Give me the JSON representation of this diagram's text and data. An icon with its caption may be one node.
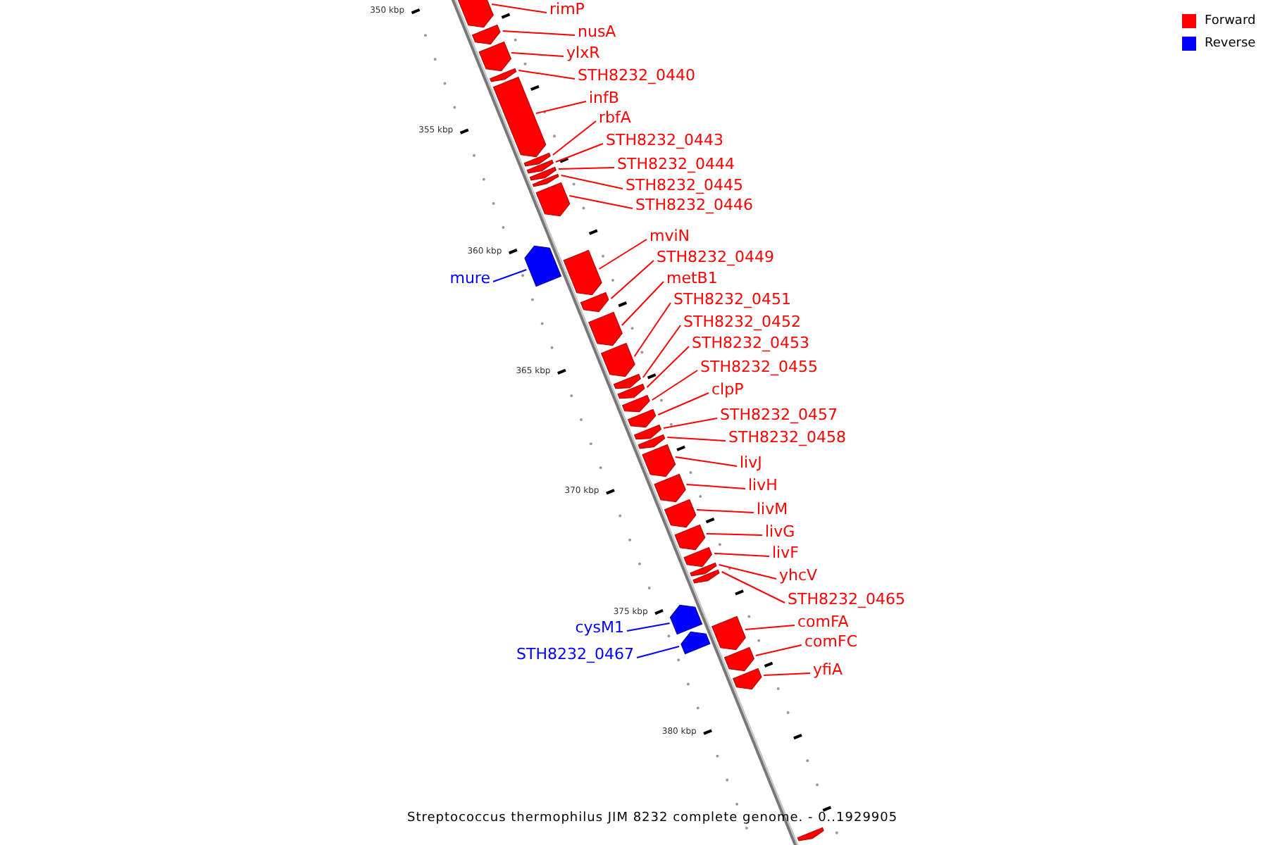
{
  "diagram": {
    "caption": "Streptococcus thermophilus JIM 8232 complete genome. - 0..1929905",
    "nodes": [
      {
        "text": [
          "rimP"
        ]
      },
      {
        "text": [
          "nusA"
        ]
      },
      {
        "text": [
          "ylxR"
        ]
      },
      {
        "text": [
          "STH8232_0440"
        ]
      },
      {
        "text": [
          "infB"
        ]
      },
      {
        "text": [
          "rbfA"
        ]
      },
      {
        "text": [
          "STH8232_0443"
        ]
      },
      {
        "text": [
          "STH8232_0444"
        ]
      },
      {
        "text": [
          "STH8232_0445"
        ]
      },
      {
        "text": [
          "STH8232_0446"
        ]
      },
      {
        "text": [
          "mviN"
        ]
      },
      {
        "text": [
          "STH8232_0449"
        ]
      },
      {
        "text": [
          "mure"
        ]
      },
      {
        "text": [
          "metB1"
        ]
      },
      {
        "text": [
          "STH8232_0451"
        ]
      },
      {
        "text": [
          "STH8232_0452"
        ]
      },
      {
        "text": [
          "STH8232_0453"
        ]
      },
      {
        "text": [
          "STH8232_0455"
        ]
      },
      {
        "text": [
          "clpP"
        ]
      },
      {
        "text": [
          "STH8232_0457"
        ]
      },
      {
        "text": [
          "STH8232_0458"
        ]
      },
      {
        "text": [
          "livJ"
        ]
      },
      {
        "text": [
          "livH"
        ]
      },
      {
        "text": [
          "livM"
        ]
      },
      {
        "text": [
          "livG"
        ]
      },
      {
        "text": [
          "livF"
        ]
      },
      {
        "text": [
          "yhcV"
        ]
      },
      {
        "text": [
          "STH8232_0465"
        ]
      },
      {
        "text": [
          "comFA"
        ]
      },
      {
        "text": [
          "cysM1"
        ]
      },
      {
        "text": [
          "comFC"
        ]
      },
      {
        "text": [
          "STH8232_0467"
        ]
      },
      {
        "text": [
          "yfiA"
        ]
      },
      {
        "text": [],
        "shape": "arrow"
      },
      {
        "text": [],
        "shape": "arrow"
      },
      {
        "text": [],
        "shape": "arrow"
      },
      {
        "text": [],
        "shape": "arrow"
      },
      {
        "text": [],
        "shape": "arrow"
      },
      {
        "text": [],
        "shape": "arrow"
      },
      {
        "text": [],
        "shape": "arrow"
      },
      {
        "text": [],
        "shape": "arrow"
      },
      {
        "text": [],
        "shape": "arrow"
      },
      {
        "text": [],
        "shape": "arrow"
      },
      {
        "text": [],
        "shape": "arrow"
      },
      {
        "text": [],
        "shape": "arrow"
      },
      {
        "text": [],
        "shape": "arrow"
      },
      {
        "text": [],
        "shape": "arrow"
      },
      {
        "text": [],
        "shape": "arrow"
      },
      {
        "text": [],
        "shape": "arrow"
      },
      {
        "text": [],
        "shape": "arrow"
      },
      {
        "text": [],
        "shape": "arrow"
      },
      {
        "text": [],
        "shape": "arrow"
      },
      {
        "text": [],
        "shape": "arrow"
      },
      {
        "text": [],
        "shape": "arrow"
      },
      {
        "text": [],
        "shape": "arrow"
      },
      {
        "text": [],
        "shape": "arrow"
      },
      {
        "text": [],
        "shape": "arrow"
      },
      {
        "text": [],
        "shape": "arrow"
      },
      {
        "text": [],
        "shape": "arrow"
      },
      {
        "text": [],
        "shape": "arrow"
      },
      {
        "text": [],
        "shape": "arrow"
      },
      {
        "text": [],
        "shape": "arrow"
      },
      {
        "text": [],
        "shape": "arrow"
      },
      {
        "text": [],
        "shape": "arrow"
      },
      {
        "text": [],
        "shape": "arrow"
      },
      {
        "text": [],
        "shape": "arrow"
      },
      {
        "text": [],
        "shape": "arrow"
      }
    ],
    "edges": [
      {
        "from": 0,
        "to": 33,
        "arrow": "none"
      },
      {
        "from": 1,
        "to": 34,
        "arrow": "none"
      },
      {
        "from": 2,
        "to": 35,
        "arrow": "none"
      },
      {
        "from": 3,
        "to": 36,
        "arrow": "none"
      },
      {
        "from": 4,
        "to": 37,
        "arrow": "none"
      },
      {
        "from": 5,
        "to": 38,
        "arrow": "none"
      },
      {
        "from": 6,
        "to": 39,
        "arrow": "none"
      },
      {
        "from": 7,
        "to": 40,
        "arrow": "none"
      },
      {
        "from": 8,
        "to": 41,
        "arrow": "none"
      },
      {
        "from": 9,
        "to": 42,
        "arrow": "none"
      },
      {
        "from": 10,
        "to": 43,
        "arrow": "none"
      },
      {
        "from": 11,
        "to": 44,
        "arrow": "none"
      },
      {
        "from": 12,
        "to": 45,
        "arrow": "none",
        "color": "#0000ff"
      },
      {
        "from": 13,
        "to": 46,
        "arrow": "none"
      },
      {
        "from": 14,
        "to": 47,
        "arrow": "none"
      },
      {
        "from": 15,
        "to": 48,
        "arrow": "none"
      },
      {
        "from": 16,
        "to": 49,
        "arrow": "none"
      },
      {
        "from": 17,
        "to": 50,
        "arrow": "none"
      },
      {
        "from": 18,
        "to": 51,
        "arrow": "none"
      },
      {
        "from": 19,
        "to": 52,
        "arrow": "none"
      },
      {
        "from": 20,
        "to": 53,
        "arrow": "none"
      },
      {
        "from": 21,
        "to": 54,
        "arrow": "none"
      },
      {
        "from": 22,
        "to": 55,
        "arrow": "none"
      },
      {
        "from": 23,
        "to": 56,
        "arrow": "none"
      },
      {
        "from": 24,
        "to": 57,
        "arrow": "none"
      },
      {
        "from": 25,
        "to": 58,
        "arrow": "none"
      },
      {
        "from": 26,
        "to": 59,
        "arrow": "none"
      },
      {
        "from": 27,
        "to": 60,
        "arrow": "none"
      },
      {
        "from": 28,
        "to": 61,
        "arrow": "none"
      },
      {
        "from": 29,
        "to": 62,
        "arrow": "none",
        "color": "#0000ff"
      },
      {
        "from": 30,
        "to": 63,
        "arrow": "none"
      },
      {
        "from": 31,
        "to": 64,
        "arrow": "none",
        "color": "#0000ff"
      },
      {
        "from": 32,
        "to": 65,
        "arrow": "none"
      }
    ],
    "labels": [
      "350 kbp",
      "355 kbp",
      "360 kbp",
      "365 kbp",
      "370 kbp",
      "375 kbp",
      "380 kbp"
    ],
    "legend": [
      {
        "text": "Forward",
        "color": "#ff0000"
      },
      {
        "text": "Reverse",
        "color": "#0000ff"
      }
    ]
  }
}
